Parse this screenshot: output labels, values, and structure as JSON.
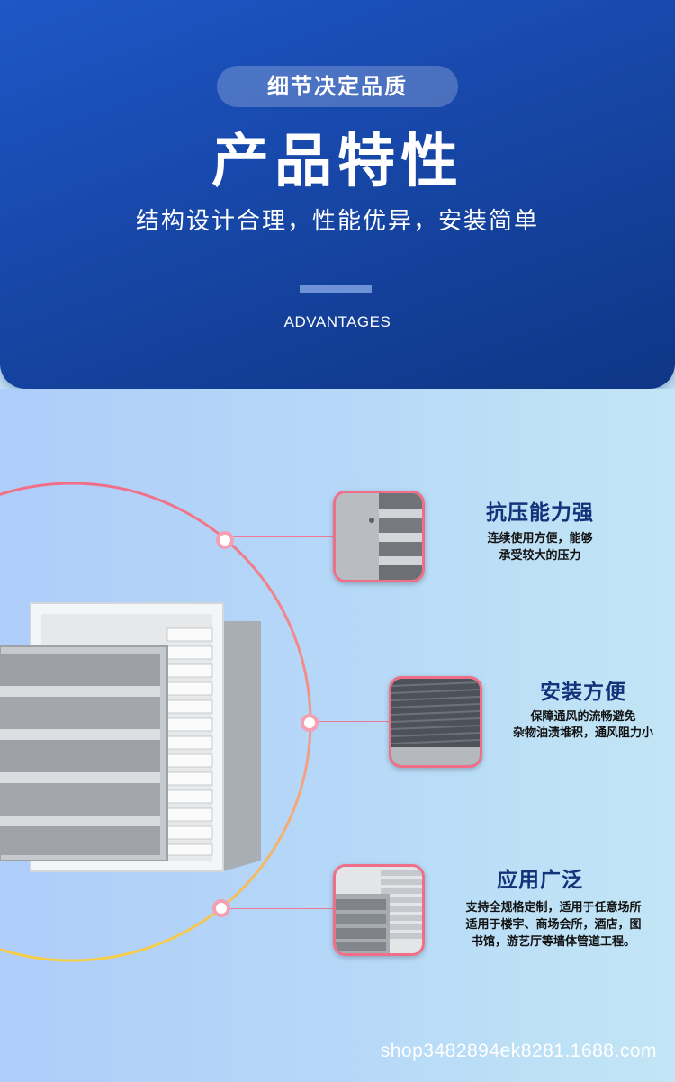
{
  "header": {
    "pill_label": "细节决定品质",
    "title": "产品特性",
    "subtitle": "结构设计合理，性能优异，安装简单",
    "english": "ADVANTAGES"
  },
  "features": [
    {
      "title": "抗压能力强",
      "desc_line1": "连续使用方便，能够",
      "desc_line2": "承受较大的压力"
    },
    {
      "title": "安装方便",
      "desc_line1": "保障通风的流畅避免",
      "desc_line2": "杂物油渍堆积，通风阻力小"
    },
    {
      "title": "应用广泛",
      "desc_line1": "支持全规格定制，适用于任意场所",
      "desc_line2": "适用于楼宇、商场会所，酒店，图",
      "desc_line3": "书馆，游艺厅等墙体管道工程。"
    }
  ],
  "watermark": "shop3482894ek8281.1688.com",
  "colors": {
    "header_blue": "#1747a8",
    "accent_pink": "#f06f88",
    "ring_yellow": "#f7c84a",
    "title_navy": "#12327a"
  }
}
